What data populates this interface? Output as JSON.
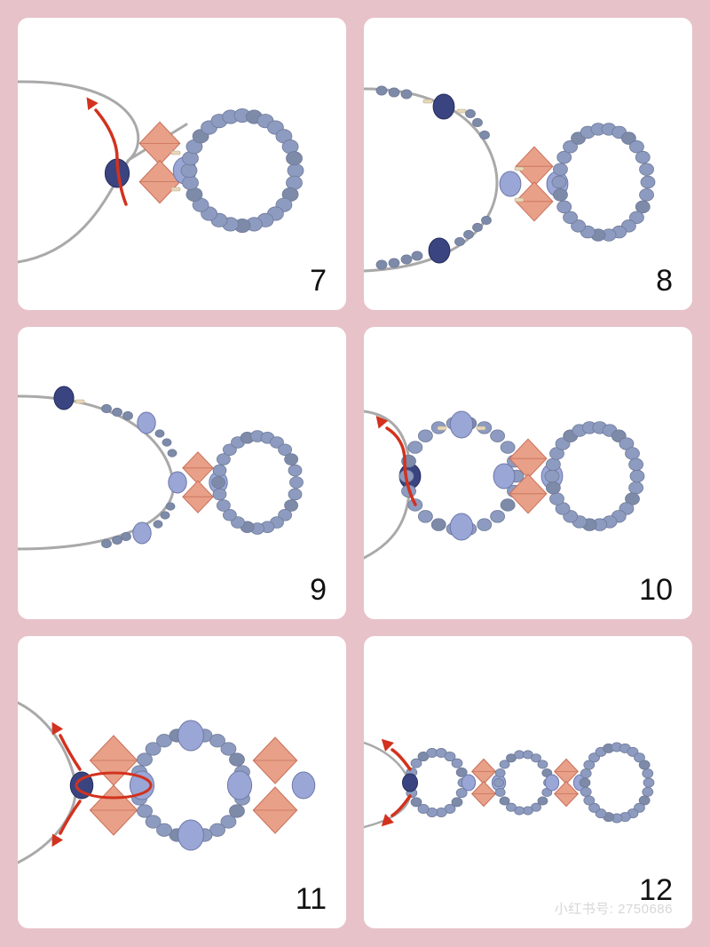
{
  "colors": {
    "background": "#e7c2c9",
    "panel": "#ffffff",
    "wire": "#a9a9a9",
    "seed_bead": "#8e9bc0",
    "seed_bead_alt": "#7d8aa8",
    "crystal": "#e8a088",
    "crystal_dark": "#c9705a",
    "faceted_bead": "#9aa6d6",
    "dark_bead": "#3a4480",
    "spacer": "#e6d8b8",
    "arrow": "#d2321e"
  },
  "icons": [
    "red-path-arrow-icon"
  ],
  "panels": [
    {
      "step": "7"
    },
    {
      "step": "8"
    },
    {
      "step": "9"
    },
    {
      "step": "10"
    },
    {
      "step": "11"
    },
    {
      "step": "12",
      "watermark": "小红书号: 2750686"
    }
  ]
}
